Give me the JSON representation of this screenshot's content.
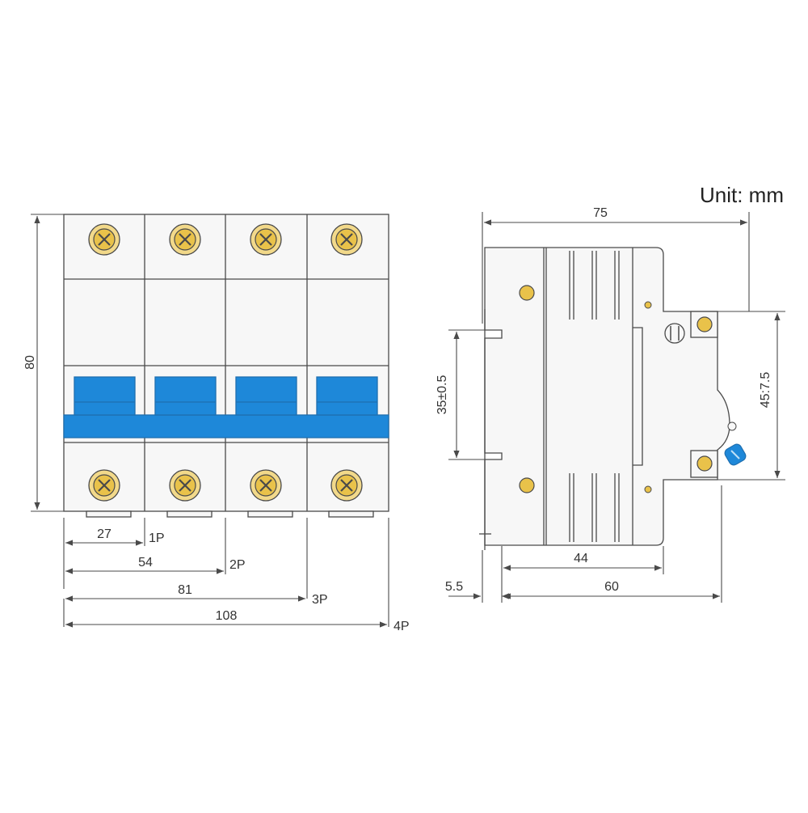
{
  "unit_label": "Unit: mm",
  "colors": {
    "line": "#4a4a4a",
    "body": "#f7f7f7",
    "handle_blue": "#1e88d9",
    "terminal_yellow": "#f2d98a",
    "screw_yellow": "#e9c24a"
  },
  "front_view": {
    "height_label": "80",
    "widths": [
      {
        "value": "27",
        "poles": "1P"
      },
      {
        "value": "54",
        "poles": "2P"
      },
      {
        "value": "81",
        "poles": "3P"
      },
      {
        "value": "108",
        "poles": "4P"
      }
    ]
  },
  "side_view": {
    "depth_top": "75",
    "rail_label": "35±0.5",
    "mount_label": "45:7.5",
    "front_depth": "44",
    "rail_offset": "5.5",
    "body_depth": "60"
  }
}
